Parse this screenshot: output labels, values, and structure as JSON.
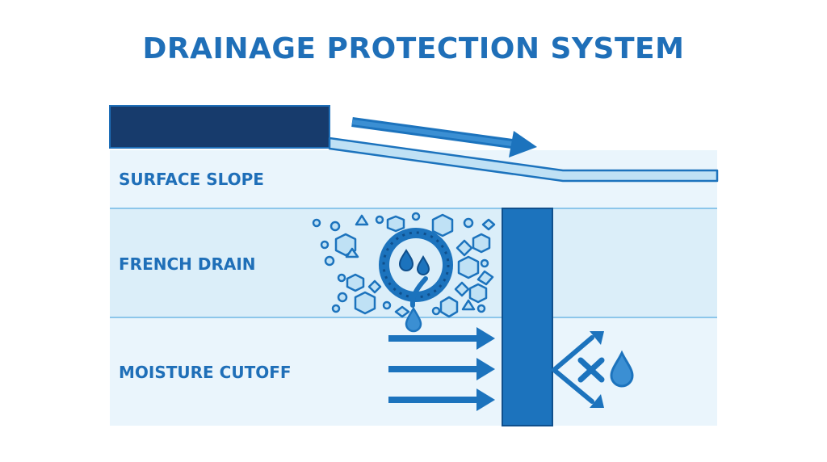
{
  "title": "DRAINAGE PROTECTION SYSTEM",
  "layers": [
    {
      "label": "SURFACE SLOPE"
    },
    {
      "label": "FRENCH DRAIN"
    },
    {
      "label": "MOISTURE CUTOFF"
    }
  ],
  "icons": [
    "slab",
    "flow-arrow",
    "gravel",
    "perforated-pipe",
    "water-drop",
    "cutoff-wall",
    "blocked-water-icon"
  ],
  "colors": {
    "title": "#1f6fb8",
    "label": "#1f6fb8",
    "navy": "#173b6c",
    "blue": "#1c73bd",
    "band_light": "#eaf5fc",
    "band_mid": "#dbeef9",
    "line": "#8cc6ea",
    "fill_light": "#bfe1f5"
  }
}
